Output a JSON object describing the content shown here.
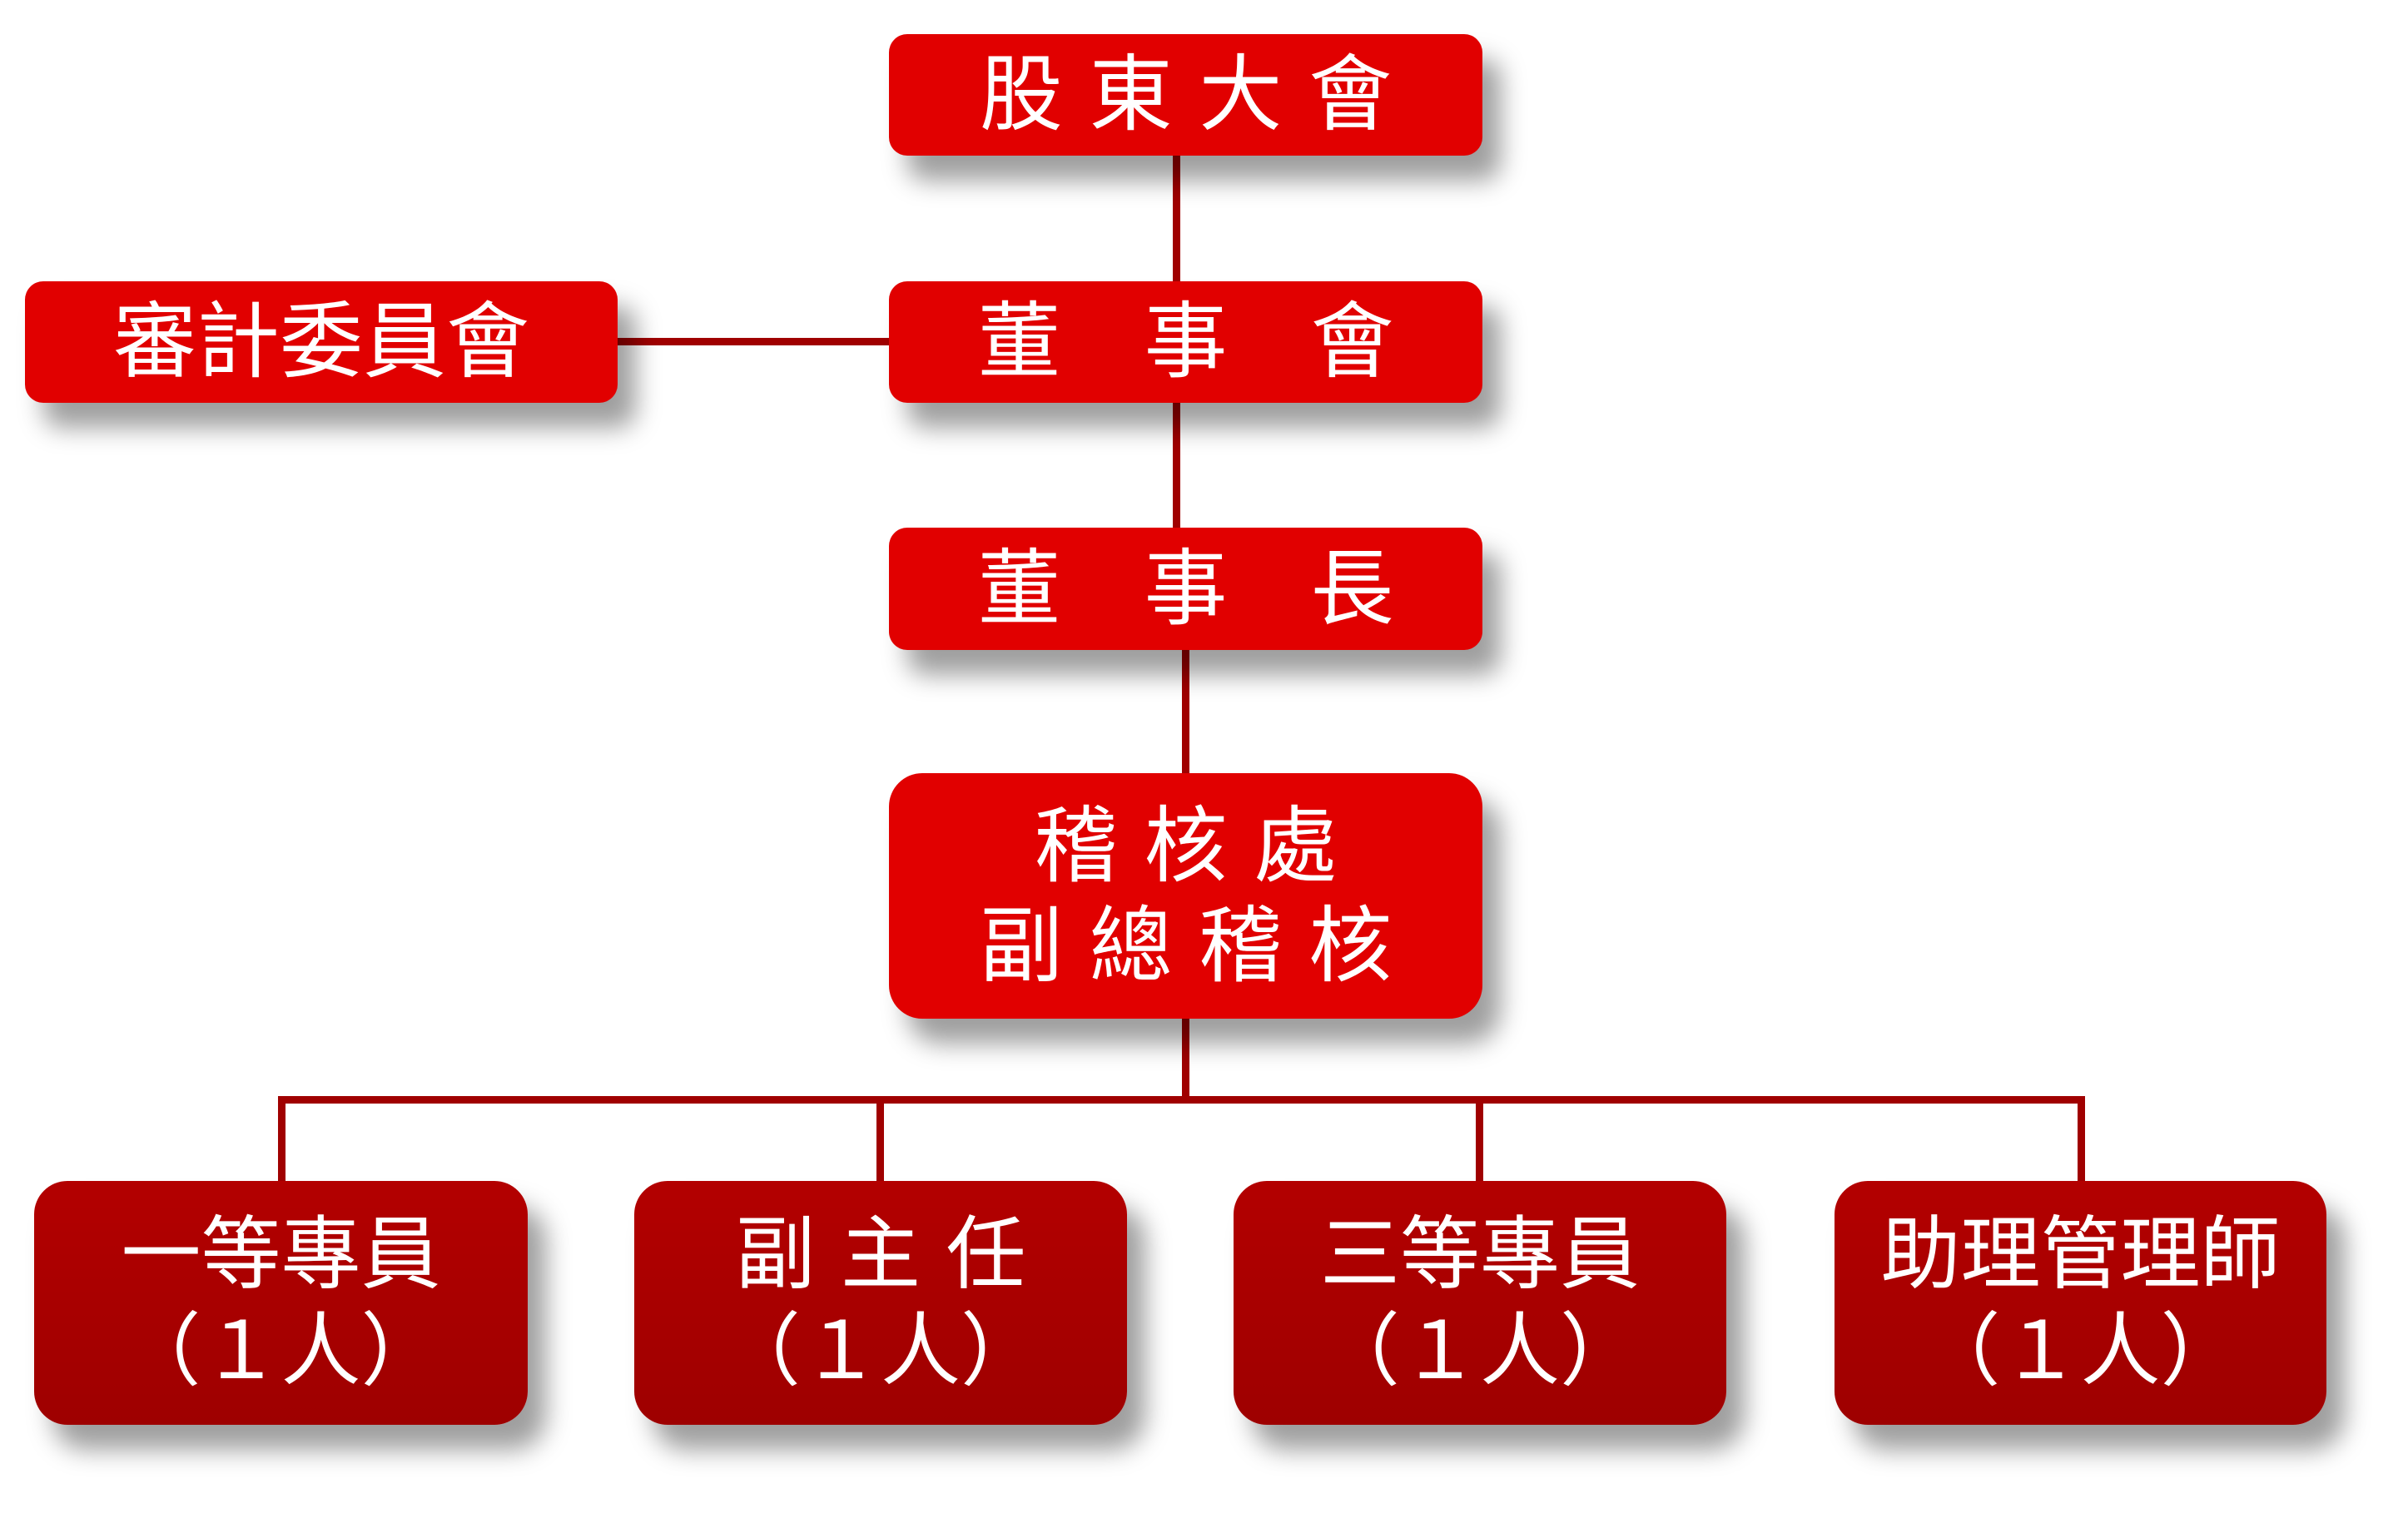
{
  "nodes": {
    "shareholders": "股 東 大 會",
    "board": "董　事　會",
    "audit_committee": "審計委員會",
    "chairman": "董　事　長",
    "audit_office": {
      "line1": "稽 核 處",
      "line2": "副 總 稽 核"
    },
    "staff": [
      {
        "title": "一等專員",
        "count": "（１人）"
      },
      {
        "title": "副 主 任",
        "count": "（１人）"
      },
      {
        "title": "三等專員",
        "count": "（１人）"
      },
      {
        "title": "助理管理師",
        "count": "（１人）"
      }
    ]
  },
  "colors": {
    "box_top": "#e10000",
    "box_bottom": "#a80000",
    "line": "#a00000"
  }
}
